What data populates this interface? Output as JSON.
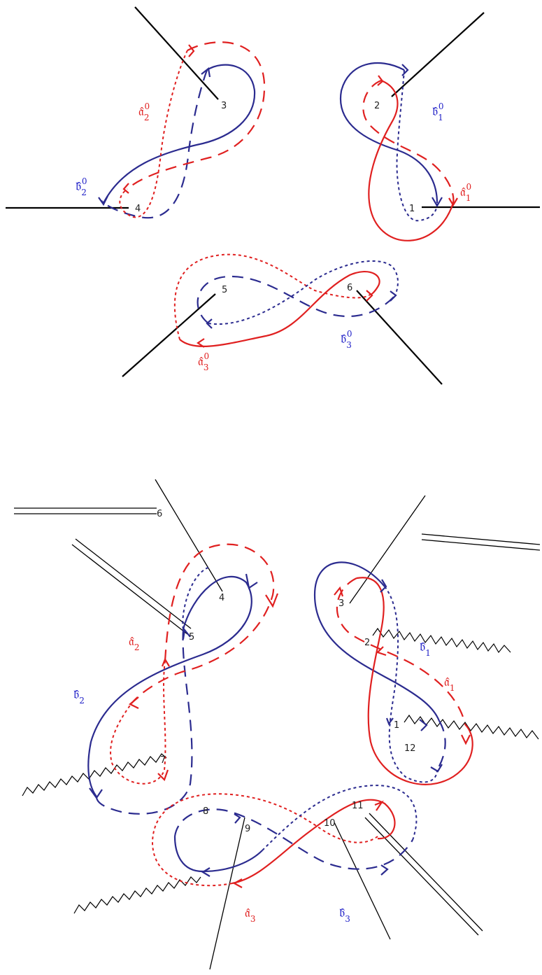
{
  "top_panel": {
    "points": [
      "1",
      "2",
      "3",
      "4",
      "5",
      "6"
    ],
    "labels": {
      "a1": {
        "base": "𝔞̂",
        "sub": "1",
        "sup": "0"
      },
      "b1": {
        "base": "𝔟̂",
        "sub": "1",
        "sup": "0"
      },
      "a2": {
        "base": "𝔞̂",
        "sub": "2",
        "sup": "0"
      },
      "b2": {
        "base": "𝔟̂",
        "sub": "2",
        "sup": "0"
      },
      "a3": {
        "base": "𝔞̂",
        "sub": "3",
        "sup": "0"
      },
      "b3": {
        "base": "𝔟̂",
        "sub": "3",
        "sup": "0"
      }
    }
  },
  "bottom_panel": {
    "points": [
      "1",
      "2",
      "3",
      "4",
      "5",
      "6",
      "7",
      "8",
      "9",
      "10",
      "11",
      "12"
    ],
    "labels": {
      "a1": {
        "base": "𝔞̂",
        "sub": "1"
      },
      "b1": {
        "base": "𝔟̂",
        "sub": "1"
      },
      "a2": {
        "base": "𝔞̂",
        "sub": "2"
      },
      "b2": {
        "base": "𝔟̂",
        "sub": "2"
      },
      "a3": {
        "base": "𝔞̂",
        "sub": "3"
      },
      "b3": {
        "base": "𝔟̂",
        "sub": "3"
      }
    }
  },
  "colors": {
    "a_cycle": "#e02020",
    "b_cycle": "#2b2b8f",
    "cut": "#000000"
  }
}
